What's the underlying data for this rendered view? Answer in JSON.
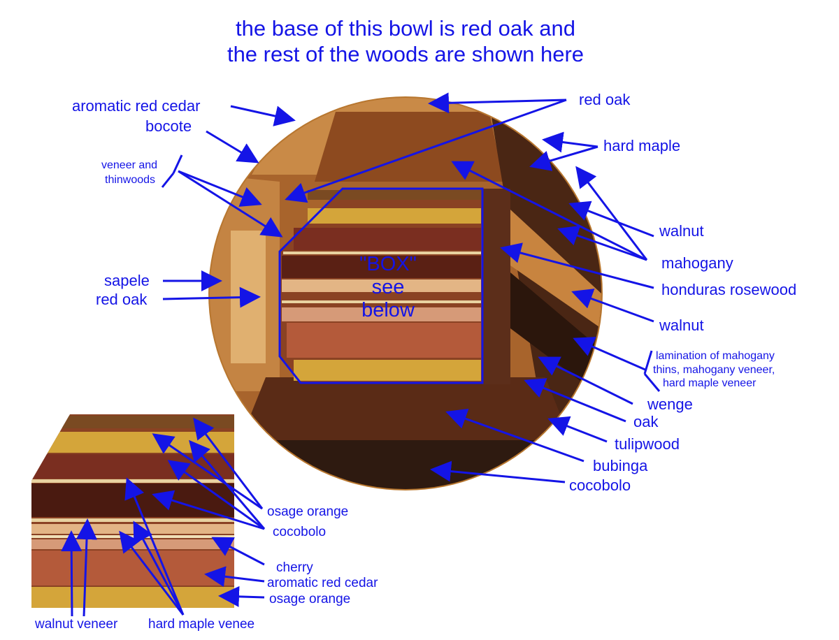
{
  "title": {
    "line1": "the base of this bowl is red oak and",
    "line2": "the rest of the woods are shown here"
  },
  "box_label": {
    "line1": "\"BOX\"",
    "line2": "see",
    "line3": "below"
  },
  "bowl_labels": {
    "aromatic_red_cedar": "aromatic red cedar",
    "bocote": "bocote",
    "veneer_line1": "veneer and",
    "veneer_line2": "thinwoods",
    "sapele": "sapele",
    "red_oak_left": "red oak",
    "red_oak_top": "red oak",
    "hard_maple": "hard maple",
    "walnut_1": "walnut",
    "mahogany": "mahogany",
    "honduras_rosewood": "honduras rosewood",
    "walnut_2": "walnut",
    "lamination_line1": "lamination of mahogany",
    "lamination_line2": "thins, mahogany veneer,",
    "lamination_line3": "hard maple veneer",
    "wenge": "wenge",
    "oak": "oak",
    "tulipwood": "tulipwood",
    "bubinga": "bubinga",
    "cocobolo": "cocobolo"
  },
  "box_labels": {
    "osage_orange_1": "osage orange",
    "cocobolo": "cocobolo",
    "cherry": "cherry",
    "aromatic_red_cedar": "aromatic red cedar",
    "osage_orange_2": "osage orange",
    "walnut_veneer": "walnut veneer",
    "hard_maple_veneer": "hard maple venee"
  },
  "colors": {
    "annotation": "#1414e6"
  }
}
